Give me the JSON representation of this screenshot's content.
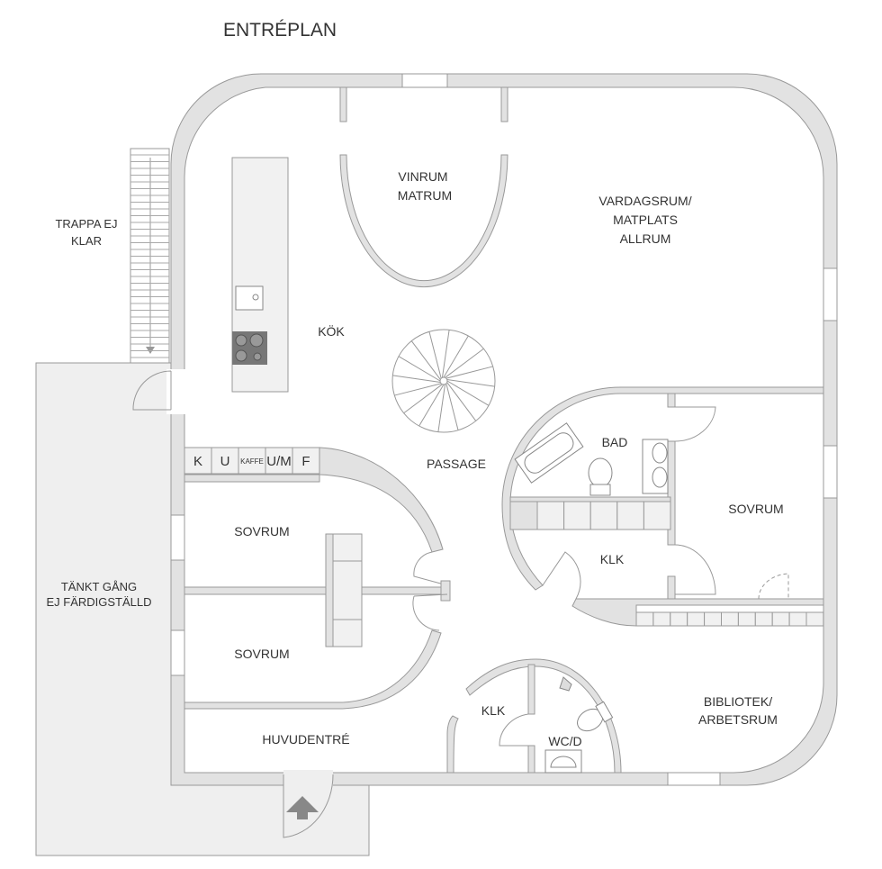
{
  "title": "ENTRÉPLAN",
  "rooms": {
    "vinrum_1": "VINRUM",
    "vinrum_2": "MATRUM",
    "vardag_1": "VARDAGSRUM/",
    "vardag_2": "MATPLATS",
    "vardag_3": "ALLRUM",
    "kok": "KÖK",
    "passage": "PASSAGE",
    "bad": "BAD",
    "sovrum_right": "SOVRUM",
    "klk_right": "KLK",
    "sovrum_upper": "SOVRUM",
    "sovrum_lower": "SOVRUM",
    "huvudentre": "HUVUDENTRÉ",
    "klk_bottom": "KLK",
    "wcd": "WC/D",
    "bibliotek_1": "BIBLIOTEK/",
    "bibliotek_2": "ARBETSRUM"
  },
  "outside": {
    "trappa_1": "TRAPPA EJ",
    "trappa_2": "KLAR",
    "gang_1": "TÄNKT GÅNG",
    "gang_2": "EJ FÄRDIGSTÄLLD"
  },
  "kitchen_units": [
    "K",
    "U",
    "KAFFE",
    "U/M",
    "F"
  ],
  "colors": {
    "wall": "#e2e2e2",
    "stroke": "#999999",
    "text": "#333333",
    "outdoor": "#efefef"
  }
}
